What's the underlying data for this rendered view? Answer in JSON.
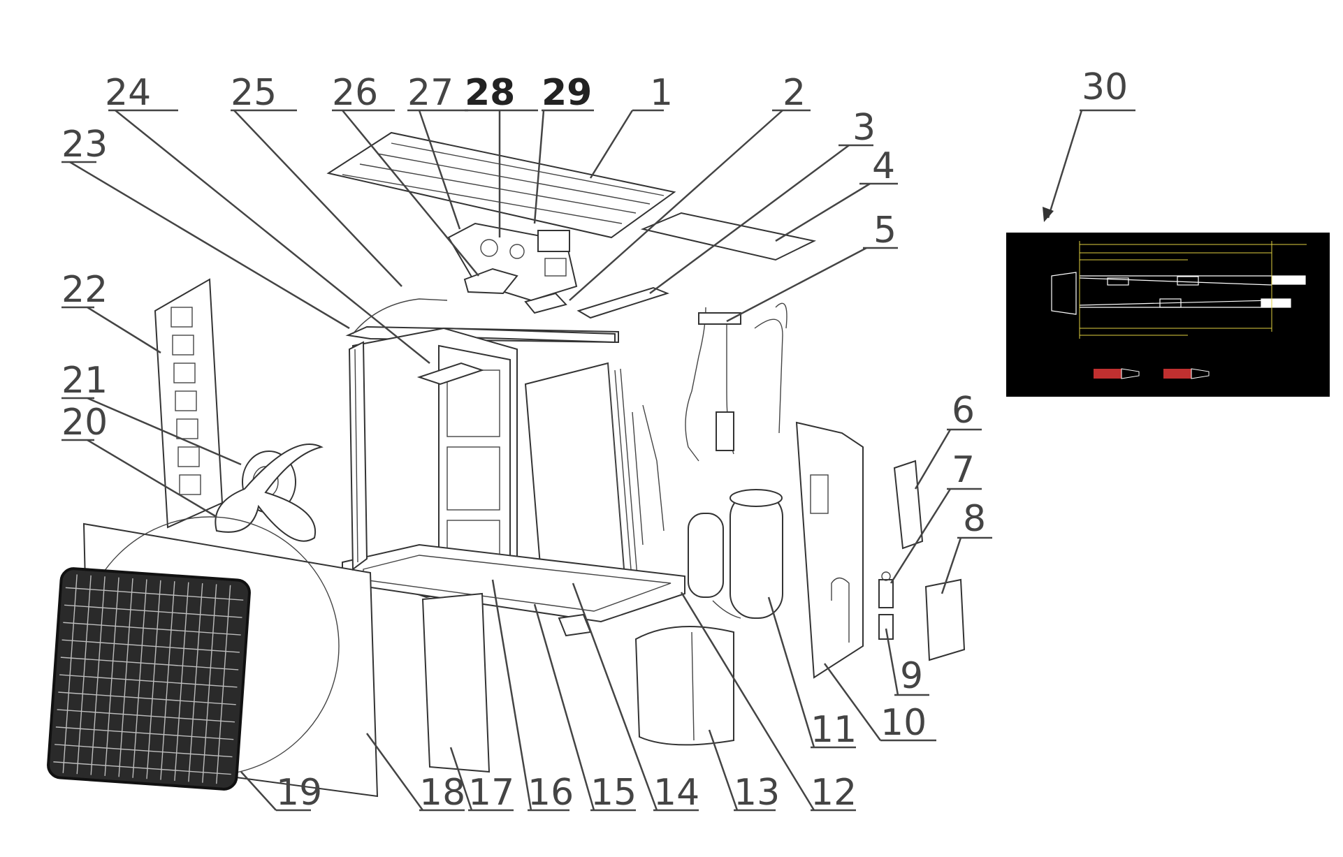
{
  "diagram": {
    "part_labels": [
      "1",
      "2",
      "3",
      "4",
      "5",
      "6",
      "7",
      "8",
      "9",
      "10",
      "11",
      "12",
      "13",
      "14",
      "15",
      "16",
      "17",
      "18",
      "19",
      "20",
      "21",
      "22",
      "23",
      "24",
      "25",
      "26",
      "27",
      "28",
      "29",
      "30"
    ]
  },
  "inset": {
    "background": "#000000",
    "line_color": "#ffffff",
    "accent_color": "#c03030",
    "dim_color": "#e0d040"
  }
}
